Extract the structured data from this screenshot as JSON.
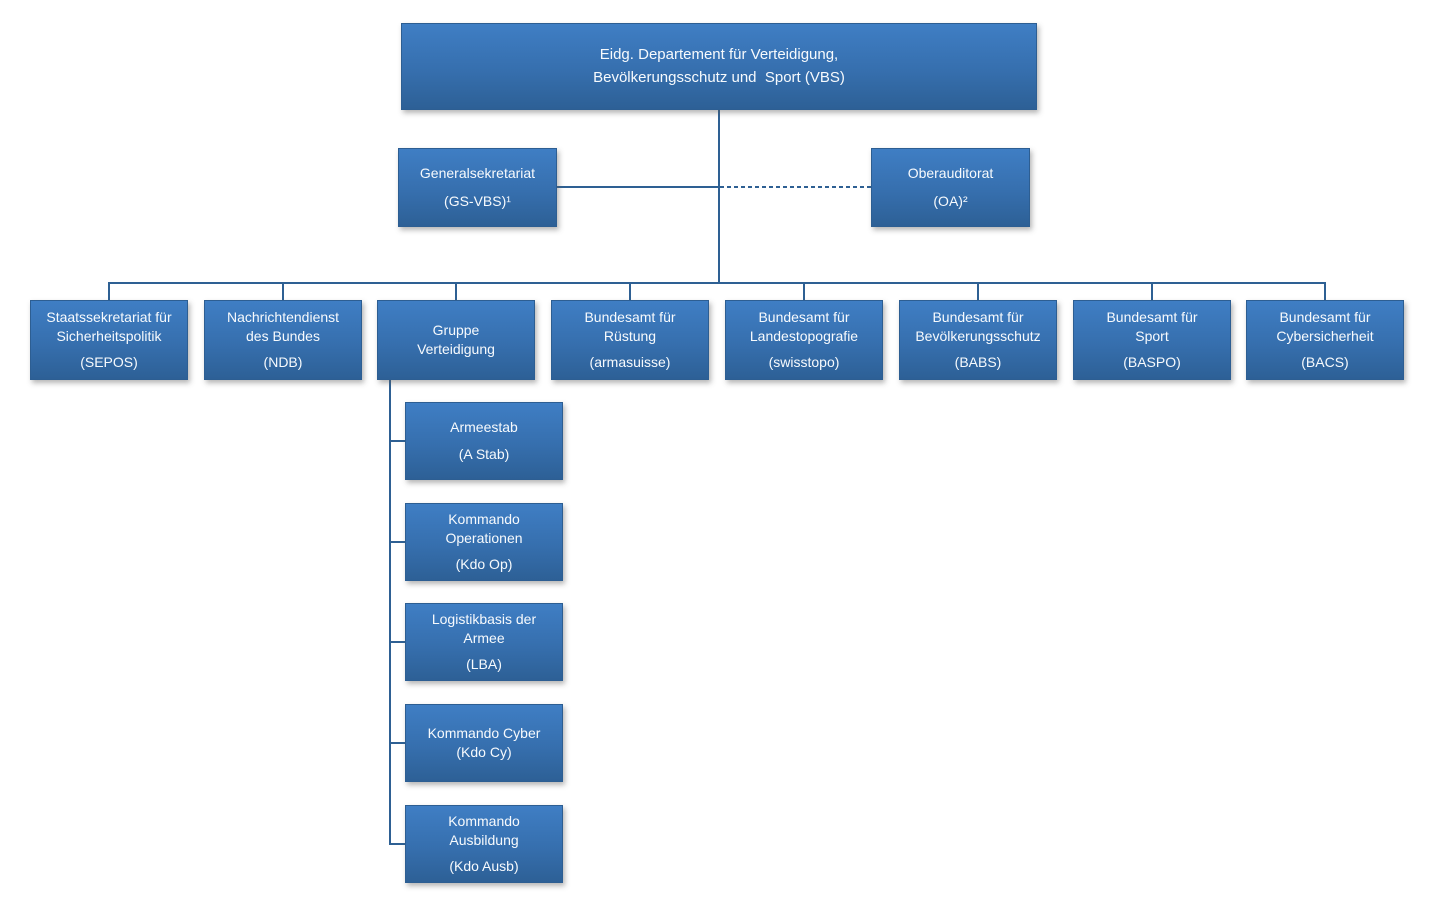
{
  "diagram": {
    "root": {
      "lines": [
        "Eidg. Departement für Verteidigung,",
        "Bevölkerungsschutz und  Sport (VBS)"
      ]
    },
    "staff": [
      {
        "name": "Generalsekretariat",
        "abbr": "(GS-VBS)¹"
      },
      {
        "name": "Oberauditorat",
        "abbr": "(OA)²"
      }
    ],
    "offices": [
      {
        "lines": [
          "Staatssekretariat für",
          "Sicherheitspolitik"
        ],
        "abbr": "(SEPOS)"
      },
      {
        "lines": [
          "Nachrichtendienst",
          "des Bundes"
        ],
        "abbr": "(NDB)"
      },
      {
        "lines": [
          "Gruppe",
          "Verteidigung"
        ],
        "abbr": ""
      },
      {
        "lines": [
          "Bundesamt für",
          "Rüstung"
        ],
        "abbr": "(armasuisse)"
      },
      {
        "lines": [
          "Bundesamt für",
          "Landestopografie"
        ],
        "abbr": "(swisstopo)"
      },
      {
        "lines": [
          "Bundesamt für",
          "Bevölkerungsschutz"
        ],
        "abbr": "(BABS)"
      },
      {
        "lines": [
          "Bundesamt für",
          "Sport"
        ],
        "abbr": "(BASPO)"
      },
      {
        "lines": [
          "Bundesamt für",
          "Cybersicherheit"
        ],
        "abbr": "(BACS)"
      }
    ],
    "defense_units": [
      {
        "lines": [
          "Armeestab"
        ],
        "abbr": "(A Stab)"
      },
      {
        "lines": [
          "Kommando",
          "Operationen"
        ],
        "abbr": "(Kdo Op)"
      },
      {
        "lines": [
          "Logistikbasis der",
          "Armee"
        ],
        "abbr": "(LBA)"
      },
      {
        "lines": [
          "Kommando Cyber"
        ],
        "abbr": "(Kdo Cy)"
      },
      {
        "lines": [
          "Kommando",
          "Ausbildung"
        ],
        "abbr": "(Kdo Ausb)"
      }
    ]
  },
  "colors": {
    "background": "#ffffff",
    "box_fill_top": "#3f7ec4",
    "box_fill_bottom": "#2d6096",
    "box_border": "#2d5e92",
    "connector": "#2e6093",
    "text": "#f7fafd"
  }
}
